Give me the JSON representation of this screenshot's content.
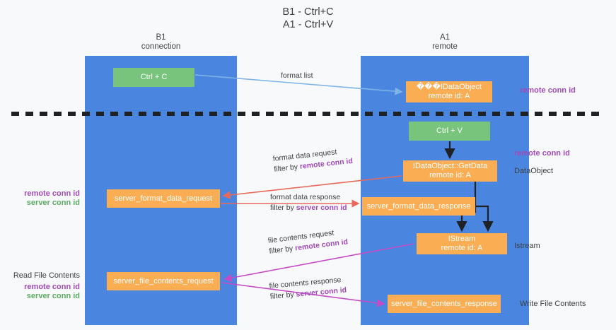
{
  "title": {
    "line1": "B1 - Ctrl+C",
    "line2": "A1 - Ctrl+V"
  },
  "lanes": [
    {
      "name": "b1",
      "line1": "B1",
      "line2": "connection",
      "color": "#4a86e0"
    },
    {
      "name": "a1",
      "line1": "A1",
      "line2": "remote",
      "color": "#4a86e0"
    }
  ],
  "colors": {
    "lane": "#4a86e0",
    "green_box": "#78c47c",
    "orange_box": "#fbad53",
    "purple_text": "#a14ab8",
    "green_text": "#5aab62",
    "red_arrow": "#e8695c",
    "magenta_arrow": "#c44bc4",
    "blue_arrow": "#7fb4e8",
    "black_arrow": "#202124",
    "page_bg": "#f8f9fa"
  },
  "boxes": {
    "ctrl_c": {
      "line1": "Ctrl + C",
      "line2": ""
    },
    "idataobject": {
      "line1": "���IDataObject",
      "line2": "remote id: A"
    },
    "ctrl_v": {
      "line1": "Ctrl + V",
      "line2": ""
    },
    "getdata": {
      "line1": "IDataObject::GetData",
      "line2": "remote id: A"
    },
    "server_format_data_request": {
      "line1": "server_format_data_request",
      "line2": ""
    },
    "server_format_data_response": {
      "line1": "server_format_data_response",
      "line2": ""
    },
    "istream": {
      "line1": "IStream",
      "line2": "remote id: A"
    },
    "server_file_contents_request": {
      "line1": "server_file_contents_request",
      "line2": ""
    },
    "server_file_contents_response": {
      "line1": "server_file_contents_response",
      "line2": ""
    }
  },
  "edge_labels": {
    "format_list": "format list",
    "format_data_request": {
      "line1": "format data request",
      "prefix": "filter by ",
      "highlight": "remote conn id"
    },
    "format_data_response": {
      "line1": "format data response",
      "prefix": "filter by ",
      "highlight": "server conn id"
    },
    "file_contents_request": {
      "line1": "file contents request",
      "prefix": "filter by ",
      "highlight": "remote conn id"
    },
    "file_contents_response": {
      "line1": "file contents response",
      "prefix": "filter by ",
      "highlight": "server conn id"
    }
  },
  "right_notes": {
    "remote_conn_id_top": "remote conn id",
    "remote_conn_id_mid": "remote conn id",
    "dataobject": "DataObject",
    "istream": "Istream",
    "write_file_contents": "Write File Contents"
  },
  "left_notes": {
    "remote_conn_id_1": "remote conn id",
    "server_conn_id_1": "server conn id",
    "read_file_contents": "Read File Contents",
    "remote_conn_id_2": "remote conn id",
    "server_conn_id_2": "server conn id"
  }
}
